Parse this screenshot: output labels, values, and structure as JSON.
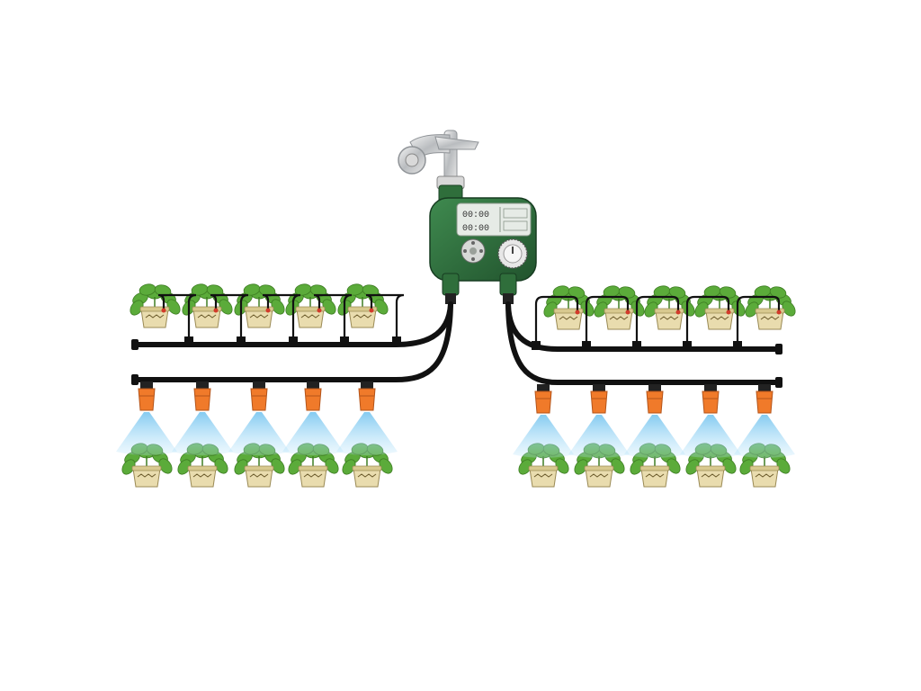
{
  "title": "",
  "controller": {
    "display_row_1": "00:00",
    "display_row_2": "00:00",
    "dial_icon": "rotary-dial-icon",
    "buttons_icon": "direction-pad-icon"
  },
  "faucet": {
    "icon": "tap-faucet-icon"
  },
  "colors": {
    "pipe": "#111111",
    "controller_body": "#2e6b3c",
    "controller_panel": "#cfd6cf",
    "emitter": "#f07a2a",
    "spray": "#7ec8f0",
    "leaf": "#5bab3a",
    "pot": "#e9dcae"
  },
  "lines": [
    {
      "side": "left",
      "type": "drip",
      "plants": 5
    },
    {
      "side": "left",
      "type": "mist",
      "plants": 5
    },
    {
      "side": "right",
      "type": "drip",
      "plants": 5
    },
    {
      "side": "right",
      "type": "mist",
      "plants": 5
    }
  ]
}
